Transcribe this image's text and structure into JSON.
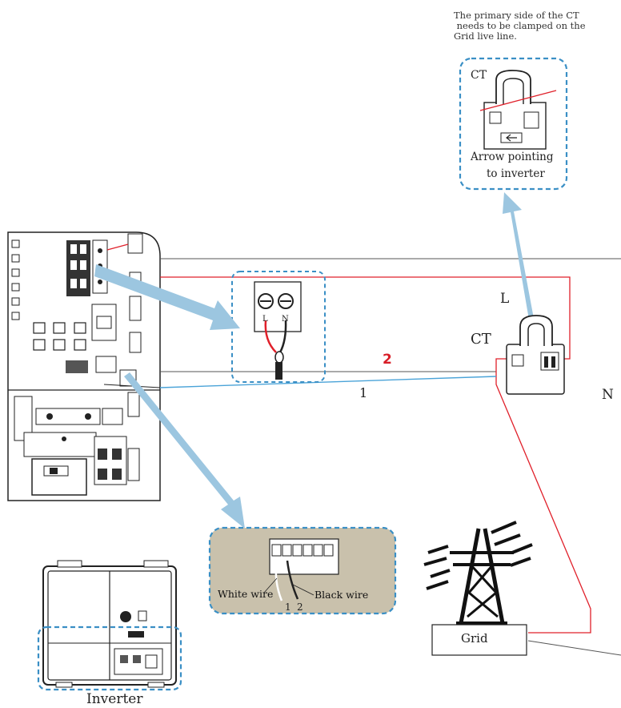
{
  "note": "The primary side of the CT\n needs to be clamped on the\nGrid live line.",
  "ct_box": {
    "label": "CT",
    "arrow_line1": "Arrow pointing",
    "arrow_line2": "to inverter"
  },
  "wire_labels": {
    "L": "L",
    "CT": "CT",
    "two": "2",
    "one": "1",
    "N": "N"
  },
  "breaker": {
    "L": "L",
    "N": "N"
  },
  "terminal_callout": {
    "white_wire": "White wire",
    "black_wire": "Black wire",
    "pin1": "1",
    "pin2": "2"
  },
  "grid_label": "Grid",
  "inverter_label": "Inverter",
  "colors": {
    "callout_blue": "#3a8fc5",
    "arrow_blue": "#9cc6e0",
    "live_red": "#e0202a",
    "neutral_blue": "#4aa3d8",
    "callout_fill": "#c9c1ac"
  }
}
